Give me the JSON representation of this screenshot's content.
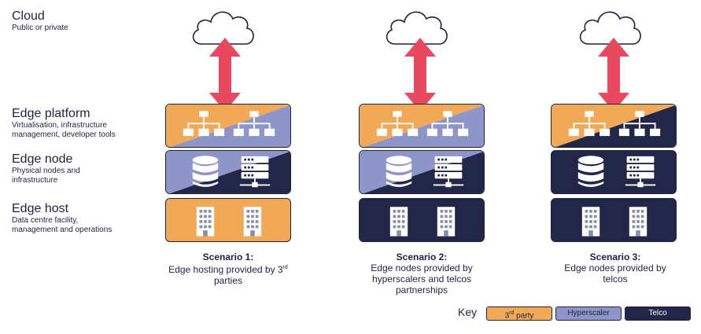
{
  "layers": {
    "cloud": {
      "title": "Cloud",
      "desc": "Public or private"
    },
    "platform": {
      "title": "Edge platform",
      "desc_line1": "Virtualisation, infrastructure",
      "desc_line2": "management, developer tools"
    },
    "node": {
      "title": "Edge node",
      "desc_line1": "Physical nodes and",
      "desc_line2": "infrastructure"
    },
    "host": {
      "title": "Edge host",
      "desc_line1": "Data centre facility,",
      "desc_line2": "management and operations"
    }
  },
  "scenarios": [
    {
      "title": "Scenario 1:",
      "line1": "Edge hosting provided by 3",
      "line1_sup": "rd",
      "line2": "parties",
      "line3": ""
    },
    {
      "title": "Scenario 2:",
      "line1": "Edge nodes provided by",
      "line1_sup": "",
      "line2": "hyperscalers and telcos",
      "line3": "partnerships"
    },
    {
      "title": "Scenario 3:",
      "line1": "Edge nodes provided by",
      "line1_sup": "",
      "line2": "telcos",
      "line3": ""
    }
  ],
  "key": {
    "label": "Key",
    "third_party": "3",
    "third_party_sup": "rd",
    "third_party_rest": " party",
    "hyperscaler": "Hyperscaler",
    "telco": "Telco"
  },
  "colors": {
    "third_party": "#f2a955",
    "hyperscaler": "#8e95c9",
    "telco": "#22274a",
    "arrow": "#e8495e"
  },
  "icons": [
    "cloud-icon",
    "hierarchy-icon",
    "database-icon",
    "server-icon",
    "building-icon",
    "double-arrow-icon"
  ]
}
